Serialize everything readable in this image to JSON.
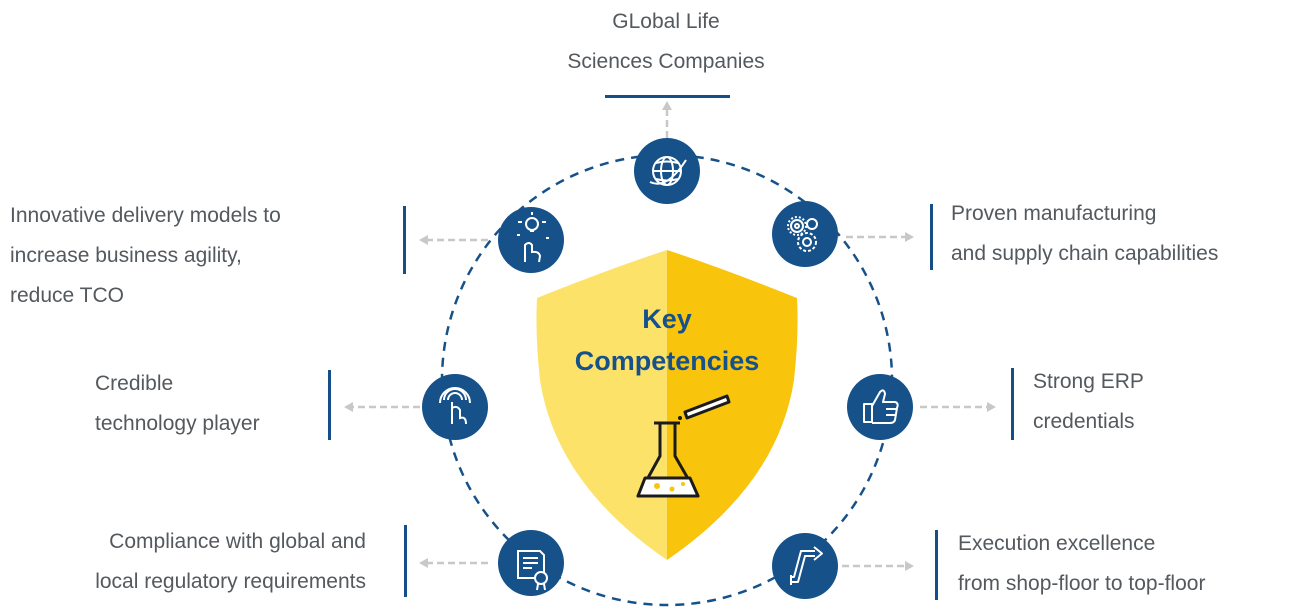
{
  "center": {
    "title_line1": "Key",
    "title_line2": "Competencies",
    "icon": "flask-icon"
  },
  "colors": {
    "primary_blue": "#16518a",
    "shield_light": "#fde26a",
    "shield_dark": "#f9c40c",
    "arrow_gray": "#c8c8c8",
    "text_gray": "#54595e"
  },
  "items": [
    {
      "id": "global",
      "icon": "globe-icon",
      "lines": [
        "GLobal Life",
        "Sciences Companies"
      ]
    },
    {
      "id": "manufacturing",
      "icon": "gears-icon",
      "lines": [
        "Proven manufacturing",
        "and supply chain capabilities"
      ]
    },
    {
      "id": "erp",
      "icon": "thumbs-up-icon",
      "lines": [
        "Strong ERP",
        "credentials"
      ]
    },
    {
      "id": "execution",
      "icon": "route-arrow-icon",
      "lines": [
        "Execution excellence",
        "from shop-floor to top-floor"
      ]
    },
    {
      "id": "compliance",
      "icon": "certificate-icon",
      "lines": [
        "Compliance with global and",
        "local regulatory requirements"
      ]
    },
    {
      "id": "technology",
      "icon": "fingerprint-touch-icon",
      "lines": [
        "Credible",
        "technology player"
      ]
    },
    {
      "id": "innovation",
      "icon": "lightbulb-idea-icon",
      "lines": [
        "Innovative delivery models to",
        "increase business agility,",
        "reduce TCO"
      ]
    }
  ]
}
